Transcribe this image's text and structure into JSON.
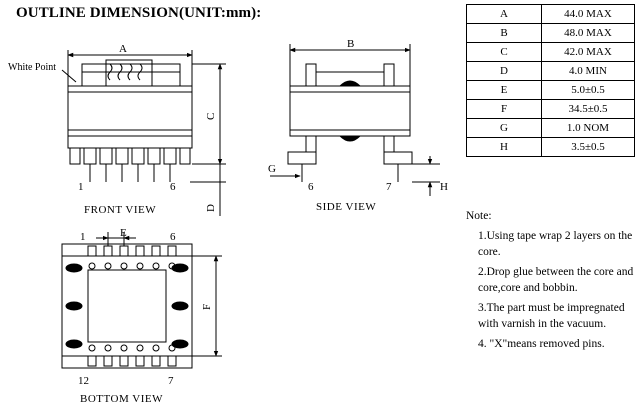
{
  "title": "OUTLINE DIMENSION(UNIT:mm):",
  "dimension_table": [
    {
      "key": "A",
      "value": "44.0 MAX"
    },
    {
      "key": "B",
      "value": "48.0 MAX"
    },
    {
      "key": "C",
      "value": "42.0 MAX"
    },
    {
      "key": "D",
      "value": "4.0 MIN"
    },
    {
      "key": "E",
      "value": "5.0±0.5"
    },
    {
      "key": "F",
      "value": "34.5±0.5"
    },
    {
      "key": "G",
      "value": "1.0 NOM"
    },
    {
      "key": "H",
      "value": "3.5±0.5"
    }
  ],
  "notes": {
    "heading": "Note:",
    "items": [
      "1.Using tape wrap 2 layers on the core.",
      "2.Drop glue between the core and core,core and bobbin.",
      "3.The part must be impregnated with varnish in the vacuum.",
      "4. \"X\"means removed pins."
    ]
  },
  "front_view": {
    "label": "FRONT VIEW",
    "white_point": "White Point",
    "dim_a": "A",
    "dim_c": "C",
    "dim_d": "D",
    "pin_left": "1",
    "pin_right": "6"
  },
  "side_view": {
    "label": "SIDE VIEW",
    "dim_b": "B",
    "dim_g": "G",
    "dim_h": "H",
    "pin_left": "6",
    "pin_right": "7"
  },
  "bottom_view": {
    "label": "BOTTOM VIEW",
    "dim_e": "E",
    "dim_f": "F",
    "pin_top_left": "1",
    "pin_top_right": "6",
    "pin_bottom_left": "12",
    "pin_bottom_right": "7"
  }
}
